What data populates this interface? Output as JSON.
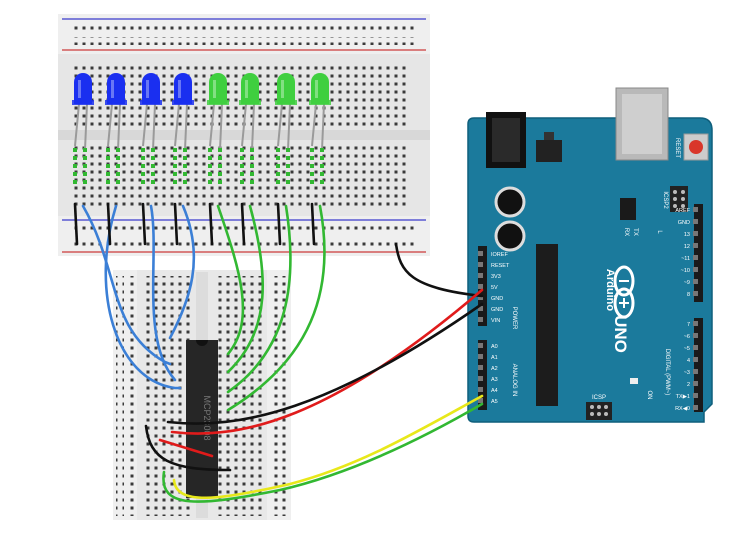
{
  "diagram": {
    "arduino": {
      "brand": "Arduino",
      "model": "UNO",
      "reset_label": "RESET",
      "icsp2_label": "ICSP2",
      "icsp_label": "ICSP",
      "on_label": "ON",
      "tx_label": "TX",
      "rx_label": "RX",
      "l_label": "L",
      "power_header_label": "POWER",
      "analog_header_label": "ANALOG IN",
      "digital_header_label": "DIGITAL (PWM~)",
      "power_pins": [
        "IOREF",
        "RESET",
        "3V3",
        "5V",
        "GND",
        "GND",
        "VIN"
      ],
      "analog_pins": [
        "A0",
        "A1",
        "A2",
        "A3",
        "A4",
        "A5"
      ],
      "digital_pins_top": [
        "AREF",
        "GND",
        "13",
        "12",
        "~11",
        "~10",
        "~9",
        "8"
      ],
      "digital_pins_bottom": [
        "7",
        "~6",
        "~5",
        "4",
        "~3",
        "2",
        "TX▶1",
        "RX◀0"
      ]
    },
    "chip": {
      "label": "MCP23008"
    },
    "leds": [
      {
        "color": "blue"
      },
      {
        "color": "blue"
      },
      {
        "color": "blue"
      },
      {
        "color": "blue"
      },
      {
        "color": "green"
      },
      {
        "color": "green"
      },
      {
        "color": "green"
      },
      {
        "color": "green"
      }
    ],
    "colors": {
      "board": "#1b7a9c",
      "board_edge": "#0f5f7c",
      "breadboard": "#eeeeee",
      "led_blue": "#1a2ff0",
      "led_green": "#3fcf3f",
      "wire_blue": "#3b7fd6",
      "wire_green": "#32b832",
      "wire_red": "#e01b1b",
      "wire_black": "#111111",
      "wire_yellow": "#e8e81a",
      "rail_red": "#d33",
      "rail_blue": "#33d"
    }
  }
}
